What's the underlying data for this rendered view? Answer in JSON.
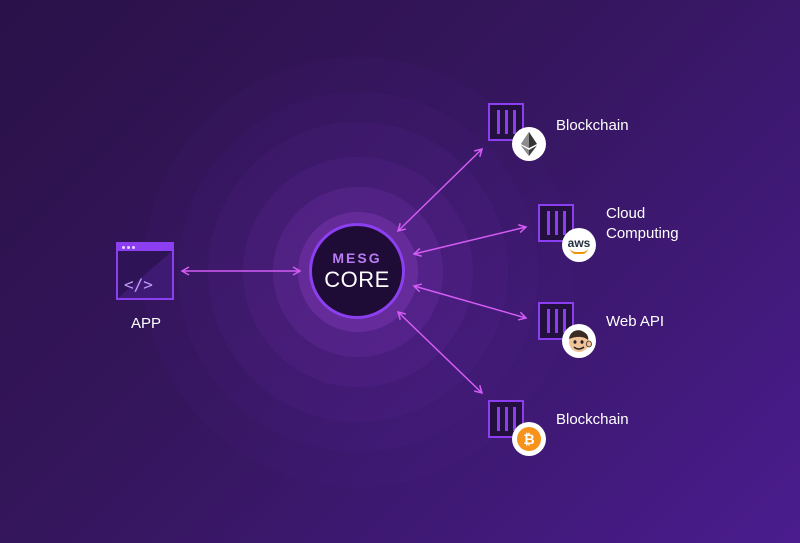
{
  "core": {
    "line1": "MESG",
    "line2": "CORE"
  },
  "app": {
    "label": "APP",
    "code_glyph": "</>"
  },
  "services": [
    {
      "label": "Blockchain",
      "icon": "ethereum-icon"
    },
    {
      "label": "Cloud\nComputing",
      "icon": "aws-icon",
      "icon_text": "aws"
    },
    {
      "label": "Web API",
      "icon": "mailchimp-icon"
    },
    {
      "label": "Blockchain",
      "icon": "bitcoin-icon",
      "icon_text": "₿"
    }
  ],
  "colors": {
    "background_start": "#2a1148",
    "background_end": "#4a1c8e",
    "accent_purple": "#8c3ff0",
    "arrow_pink": "#d45cf5",
    "bitcoin_orange": "#f7931a"
  }
}
